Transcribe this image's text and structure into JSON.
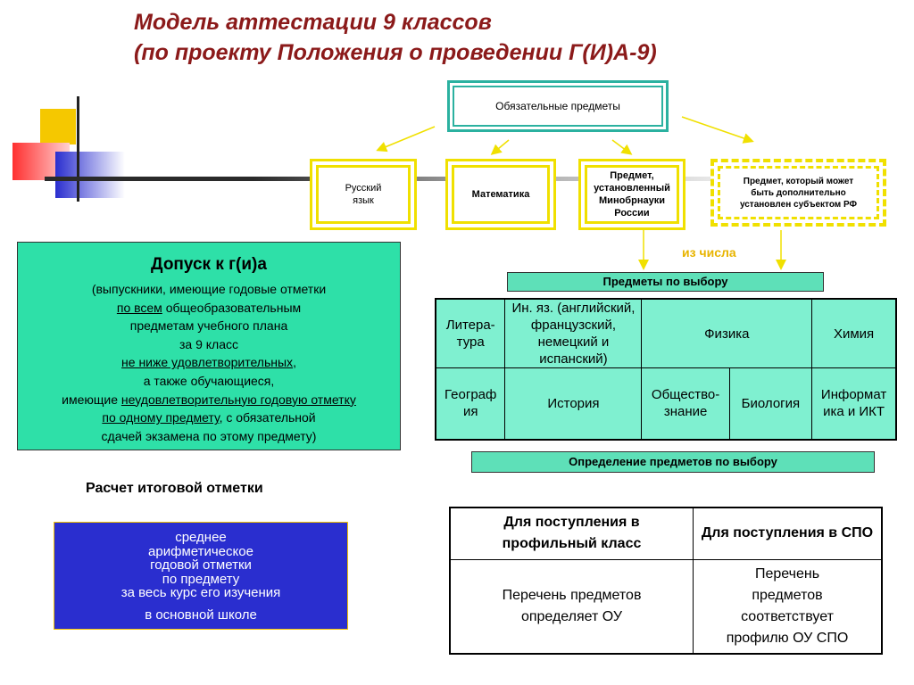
{
  "title": {
    "line1": "Модель аттестации 9 классов",
    "line2": "(по проекту Положения о проведении Г(И)А-9)"
  },
  "diagram": {
    "root": "Обязательные предметы",
    "subjects": [
      "Русский язык",
      "Математика",
      "Предмет, установленный Минобрнауки России",
      "Предмет, который может быть дополнительно установлен субъектом РФ"
    ],
    "iz_chisla": "из числа",
    "elective_header": "Предметы по выбору",
    "elective_rows": [
      [
        "Литера-тура",
        "Ин. яз. (английский, французский, немецкий и испанский)",
        "Физика",
        "Химия"
      ],
      [
        "Географ ия",
        "История",
        "Общество-знание",
        "Биология",
        "Информат ика и ИКТ"
      ]
    ],
    "definition_header": "Определение предметов по выбору"
  },
  "admission": {
    "title": "Допуск к г(и)а",
    "l1": "(выпускники, имеющие годовые отметки",
    "l2a": "по всем",
    "l2b": " общеобразовательным",
    "l3": "предметам учебного плана",
    "l4": "за 9 класс",
    "l5a": "не ниже удовлетворительных",
    "l5b": ",",
    "l6": "а также обучающиеся,",
    "l7a": "имеющие ",
    "l7b": "неудовлетворительную годовую отметку",
    "l8a": "по одному предмету",
    "l8b": ", с обязательной",
    "l9": "сдачей экзамена по этому предмету)"
  },
  "calc": {
    "title": "Расчет итоговой отметки",
    "lines": [
      "среднее",
      "арифметическое",
      "годовой отметки",
      "по предмету",
      "за весь курс его изучения",
      "в основной школе"
    ]
  },
  "spo_table": {
    "headers": [
      "Для поступления в профильный класс",
      "Для поступления в СПО"
    ],
    "cells": [
      "Перечень предметов определяет ОУ",
      "Перечень предметов соответствует профилю ОУ СПО"
    ]
  },
  "colors": {
    "title": "#8b1a1a",
    "teal_frame": "#2bb1a0",
    "yellow_frame": "#f0e000",
    "green_fill": "#2ee0a8",
    "table_fill": "#7ff0d0",
    "blue_box": "#2a2ecf",
    "arrow": "#f0e000"
  }
}
